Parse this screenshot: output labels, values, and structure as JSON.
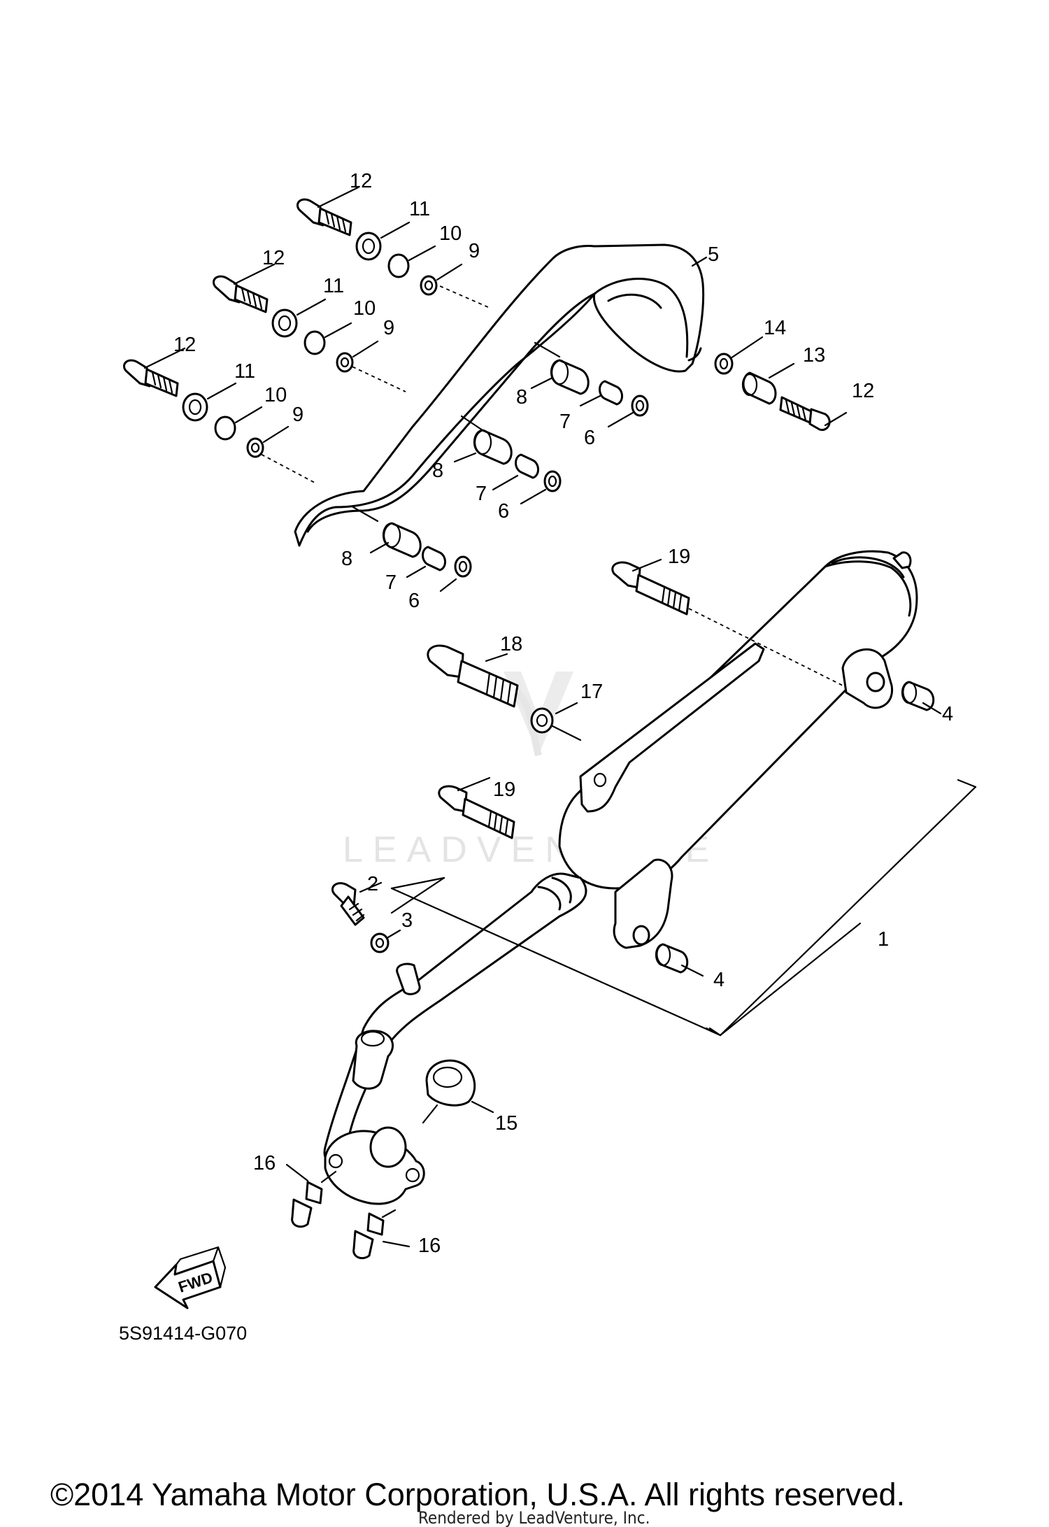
{
  "diagram_code": "5S91414-G070",
  "copyright": "©2014 Yamaha Motor Corporation, U.S.A. All rights reserved.",
  "render_credit": "Rendered by LeadVenture, Inc.",
  "watermark": "LEADVENTURE",
  "fwd_label": "FWD",
  "callouts": {
    "c1": "1",
    "c2": "2",
    "c3": "3",
    "c4a": "4",
    "c4b": "4",
    "c5": "5",
    "c6a": "6",
    "c6b": "6",
    "c6c": "6",
    "c7a": "7",
    "c7b": "7",
    "c7c": "7",
    "c8a": "8",
    "c8b": "8",
    "c8c": "8",
    "c9a": "9",
    "c9b": "9",
    "c9c": "9",
    "c10a": "10",
    "c10b": "10",
    "c10c": "10",
    "c11a": "11",
    "c11b": "11",
    "c11c": "11",
    "c12a": "12",
    "c12b": "12",
    "c12c": "12",
    "c12d": "12",
    "c13": "13",
    "c14": "14",
    "c15": "15",
    "c16a": "16",
    "c16b": "16",
    "c17": "17",
    "c18": "18",
    "c19a": "19",
    "c19b": "19"
  }
}
